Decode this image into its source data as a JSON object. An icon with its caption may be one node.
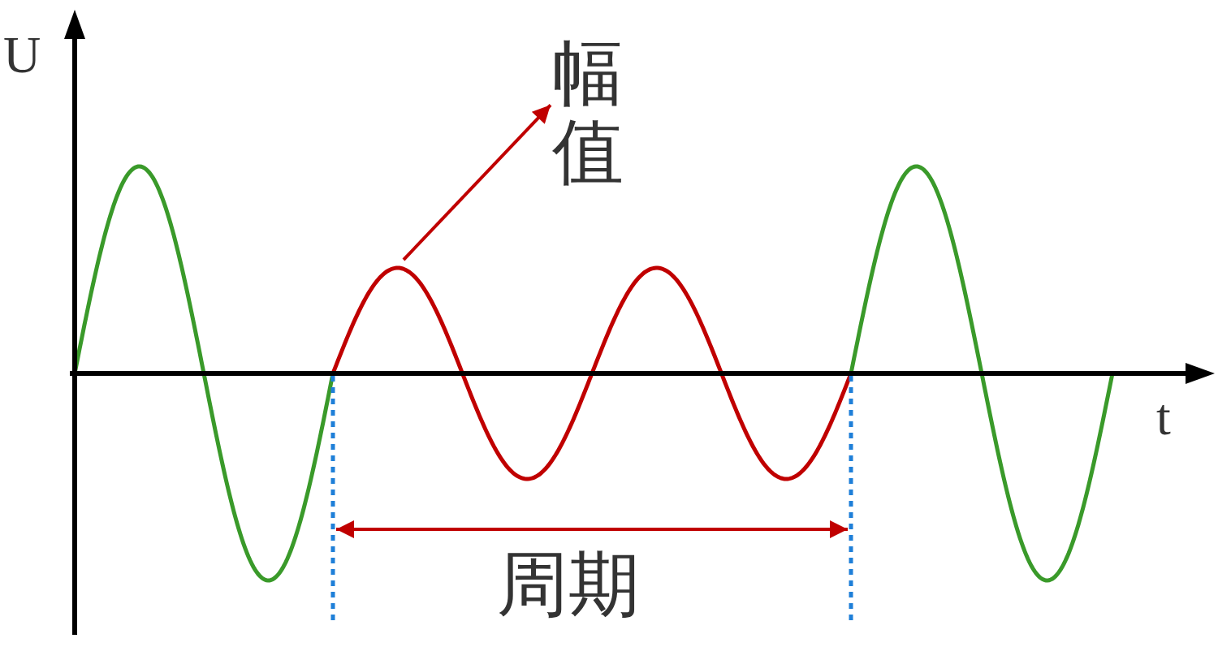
{
  "diagram": {
    "nodes": [
      {
        "text": [
          "幅值"
        ]
      },
      {
        "text": [],
        "shape": "wave"
      }
    ],
    "edges": [
      {
        "from": 1,
        "to": 0,
        "arrow": "to"
      }
    ],
    "labels": [
      "U",
      "t",
      "周期"
    ]
  }
}
